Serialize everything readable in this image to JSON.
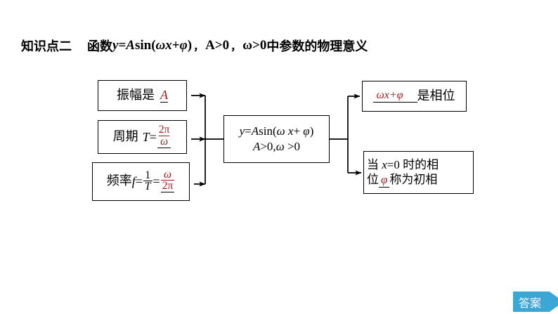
{
  "page": {
    "background": "#ffffff",
    "accent_red": "#a61c1c",
    "accent_blue": "#3aa7d4"
  },
  "title": {
    "label": "知识点二",
    "prefix": "函数",
    "formula_y": "y",
    "formula_eq": " = ",
    "formula_A": "A",
    "formula_sin": "sin(",
    "formula_omega": "ω",
    "formula_x": "x",
    "formula_plus": " + ",
    "formula_phi": "φ",
    "formula_close": ")",
    "comma1": "，",
    "cond_A": "A>0",
    "comma2": "，",
    "cond_omega": "ω>0",
    "suffix": "中参数的物理意义"
  },
  "diagram": {
    "center_box": {
      "line1": "y=Asin(ω x+ φ)",
      "line1_parts": {
        "y": "y",
        "eq": "=",
        "A": "A",
        "sin": "sin(",
        "omega": "ω ",
        "x": "x",
        "plus": "+ ",
        "phi": "φ",
        "close": ")"
      },
      "line2": "A>0,ω >0",
      "line2_parts": {
        "A": "A",
        "gt0": ">0,",
        "omega": "ω ",
        "gt0b": ">0"
      }
    },
    "amplitude_box": {
      "label": "振幅是",
      "value": "A"
    },
    "period_box": {
      "label": "周期",
      "symbol": "T",
      "eq": "=",
      "numerator": "2π",
      "denominator": "ω"
    },
    "frequency_box": {
      "label": "频率",
      "symbol": "f",
      "eq1": "=",
      "frac1_num": "1",
      "frac1_den": "T",
      "eq2": "=",
      "frac2_num": "ω",
      "frac2_den": "2π"
    },
    "phase_box": {
      "value": "ωx+φ",
      "label": "是相位"
    },
    "initial_phase_box": {
      "line1_a": "当",
      "line1_x": "x",
      "line1_b": "=0",
      "line1_c": "时的相",
      "line2_a": "位",
      "line2_value": "φ",
      "line2_b": "称为初相"
    }
  },
  "answer_button": {
    "label": "答案"
  }
}
